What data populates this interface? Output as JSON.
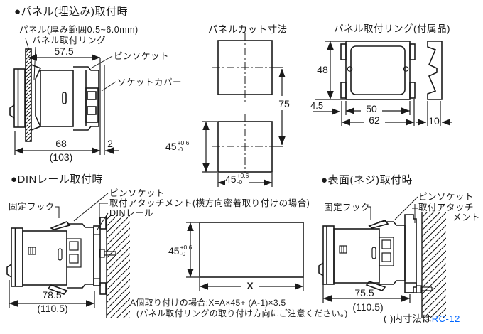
{
  "colors": {
    "ink": "#1a1a1a",
    "link": "#0066ff",
    "background": "#ffffff"
  },
  "panel_mount": {
    "heading": "●パネル(埋込み)取付時",
    "label_panel": "パネル(厚み範囲0.5~6.0mm)",
    "label_ring": "パネル取付リング",
    "label_pin_socket": "ピンソケット",
    "label_socket_cover": "ソケットカバー",
    "dim_width": "57.5",
    "dim_depth": "68",
    "dim_depth_paren": "(103)",
    "dim_gap": "2"
  },
  "panel_cut": {
    "heading": "パネルカット寸法",
    "dim_pitch": "75",
    "dim_h": "45",
    "dim_h_tol_up": "+0.6",
    "dim_h_tol_dn": "-0",
    "dim_w": "45",
    "dim_w_tol_up": "+0.6",
    "dim_w_tol_dn": "-0"
  },
  "ring": {
    "heading": "パネル取付リング(付属品)",
    "dim_height": "48",
    "dim_offset": "4.5",
    "dim_inner_width": "50",
    "dim_outer_width": "62",
    "dim_thickness": "10"
  },
  "din": {
    "heading": "●DINレール取付時",
    "label_hook": "固定フック",
    "label_pin_socket": "ピンソケット",
    "label_attachment": "取付アタッチメント(横方向密着取り付けの場合)",
    "label_rail": "DINレール",
    "dim_depth": "78.5",
    "dim_depth_paren": "(110.5)"
  },
  "gang_cut": {
    "dim_h": "45",
    "dim_h_tol_up": "+0.6",
    "dim_h_tol_dn": "-0",
    "dim_x": "X",
    "note1": "A個取り付けの場合:X=A×45+ (A-1)×3.5",
    "note2": "(パネル取付リングの取り付け方向にご注意ください。)"
  },
  "surface": {
    "heading": "●表面(ネジ)取付時",
    "label_hook": "固定フック",
    "label_pin_socket": "ピンソケット",
    "label_attachment_1": "取付アタッチ",
    "label_attachment_2": "メント",
    "dim_depth": "75.5",
    "dim_depth_paren": "(110.5)"
  },
  "footer": {
    "prefix": "( )内寸法は",
    "link": "RC-12"
  }
}
